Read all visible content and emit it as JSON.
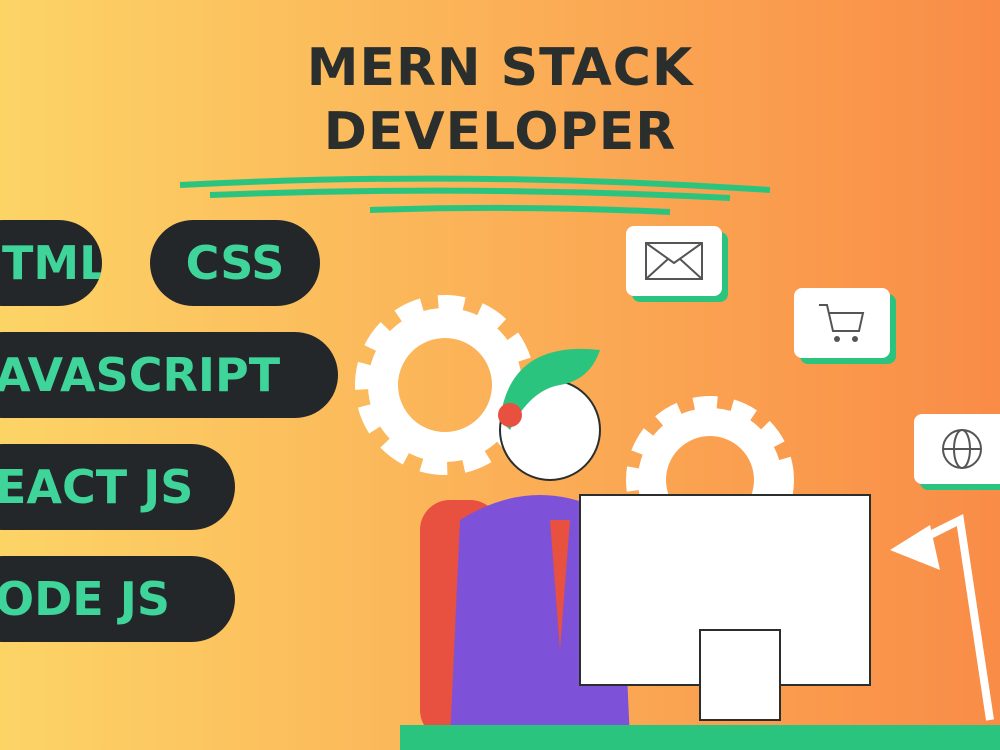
{
  "title": {
    "line1": "MERN STACK",
    "line2": "DEVELOPER"
  },
  "pills": [
    "TML",
    "CSS",
    "AVASCRIPT",
    "EACT JS",
    "ODE JS"
  ],
  "icons": [
    "envelope-icon",
    "shopping-cart-icon",
    "globe-icon",
    "gear-icon",
    "lamp-icon",
    "monitor-icon"
  ],
  "colors": {
    "accent": "#3fd49a",
    "pill_bg": "#23272a",
    "title": "#2a2f2d"
  }
}
